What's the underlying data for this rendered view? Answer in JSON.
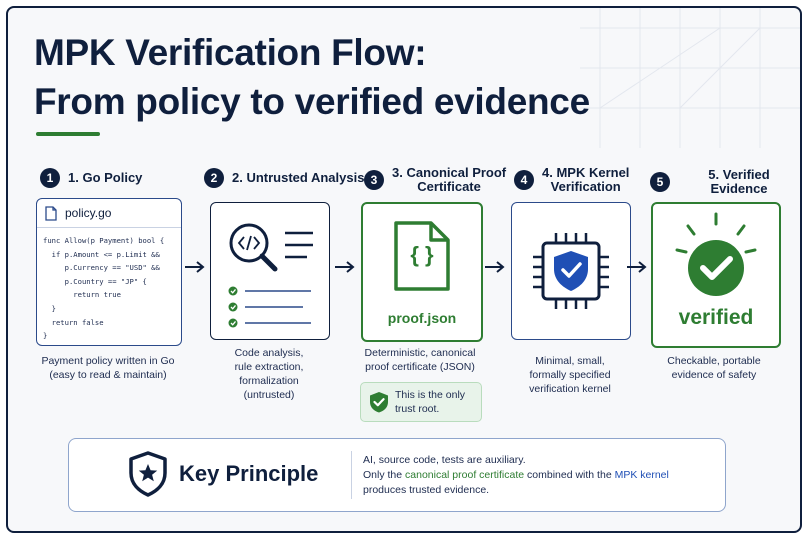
{
  "title_line1": "MPK Verification Flow:",
  "title_line2": "From policy to verified evidence",
  "steps": [
    {
      "num": "1",
      "label": "1. Go Policy",
      "desc": [
        "Payment policy written in Go",
        "(easy to read & maintain)"
      ]
    },
    {
      "num": "2",
      "label": "2. Untrusted Analysis",
      "desc": [
        "Code analysis,",
        "rule extraction,",
        "formalization",
        "(untrusted)"
      ]
    },
    {
      "num": "3",
      "label_line1": "3. Canonical Proof",
      "label_line2": "Certificate",
      "desc": [
        "Deterministic, canonical",
        "proof certificate (JSON)"
      ]
    },
    {
      "num": "4",
      "label_line1": "4. MPK Kernel",
      "label_line2": "Verification",
      "desc": [
        "Minimal, small,",
        "formally specified",
        "verification kernel"
      ]
    },
    {
      "num": "5",
      "label": "5. Verified Evidence",
      "desc": [
        "Checkable, portable",
        "evidence of safety"
      ]
    }
  ],
  "code_card": {
    "file_name": "policy.go",
    "lines": [
      "func Allow(p Payment) bool {",
      "  if p.Amount <= p.Limit &&",
      "     p.Currency == \"USD\" &&",
      "     p.Country == \"JP\" {",
      "       return true",
      "  }",
      "  return false",
      "}"
    ]
  },
  "proof_card": {
    "braces": "{ }",
    "file_name": "proof.json"
  },
  "verified_card": {
    "label": "verified"
  },
  "trust_note": {
    "line1": "This is the only",
    "line2": "trust root."
  },
  "key_principle": {
    "title": "Key Principle",
    "line1": "AI, source code, tests are auxiliary.",
    "line2_pre": "Only the ",
    "line2_hl1": "canonical proof certificate",
    "line2_mid": " combined with the ",
    "line2_hl2": "MPK kernel",
    "line3": "produces trusted evidence."
  },
  "colors": {
    "navy": "#0f1f3d",
    "green": "#2e7d32",
    "blue": "#2b4a8a",
    "light_green": "#e8f3ea"
  },
  "icons": [
    "file-icon",
    "code-search-icon",
    "check-list-icon",
    "json-file-icon",
    "shield-chip-icon",
    "verified-check-icon",
    "star-shield-icon",
    "shield-check-icon",
    "arrow-right-icon"
  ]
}
